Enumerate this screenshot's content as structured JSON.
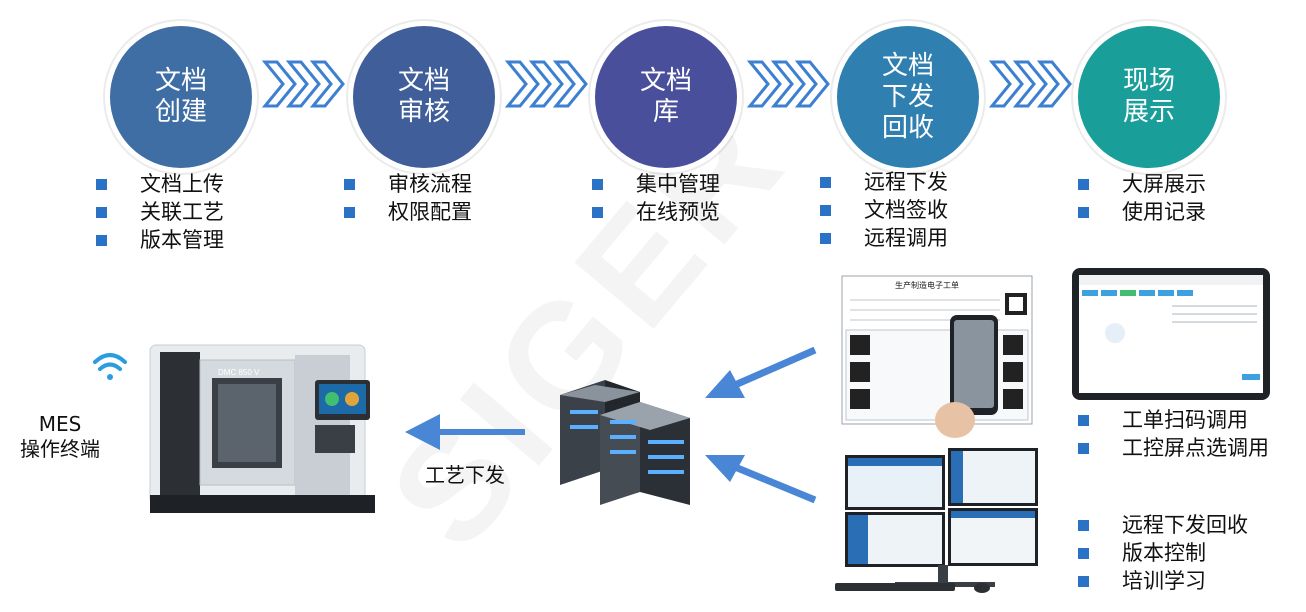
{
  "colors": {
    "stage1": "#3f6ea5",
    "stage2": "#3f5e9a",
    "stage3": "#4a4f9c",
    "stage4": "#2f7fb0",
    "stage5": "#1a9e9a",
    "chevron": "#3d7fd0",
    "arrow": "#4a86d6",
    "bullet": "#2a72c6"
  },
  "stages": [
    {
      "label": "文档\n创建",
      "items": [
        "文档上传",
        "关联工艺",
        "版本管理"
      ]
    },
    {
      "label": "文档\n审核",
      "items": [
        "审核流程",
        "权限配置"
      ]
    },
    {
      "label": "文档\n库",
      "items": [
        "集中管理",
        "在线预览"
      ]
    },
    {
      "label": "文档\n下发\n回收",
      "items": [
        "远程下发",
        "文档签收",
        "远程调用"
      ]
    },
    {
      "label": "现场\n展示",
      "items": [
        "大屏展示",
        "使用记录"
      ]
    }
  ],
  "bottom": {
    "terminal_label": "MES\n操作终端",
    "process_label": "工艺下发",
    "right_list_top": [
      "工单扫码调用",
      "工控屏点选调用"
    ],
    "right_list_bottom": [
      "远程下发回收",
      "版本控制",
      "培训学习"
    ],
    "work_order_title": "生产制造电子工单",
    "machine_brand": "DMC 850 V",
    "watermark": "SIGER"
  }
}
